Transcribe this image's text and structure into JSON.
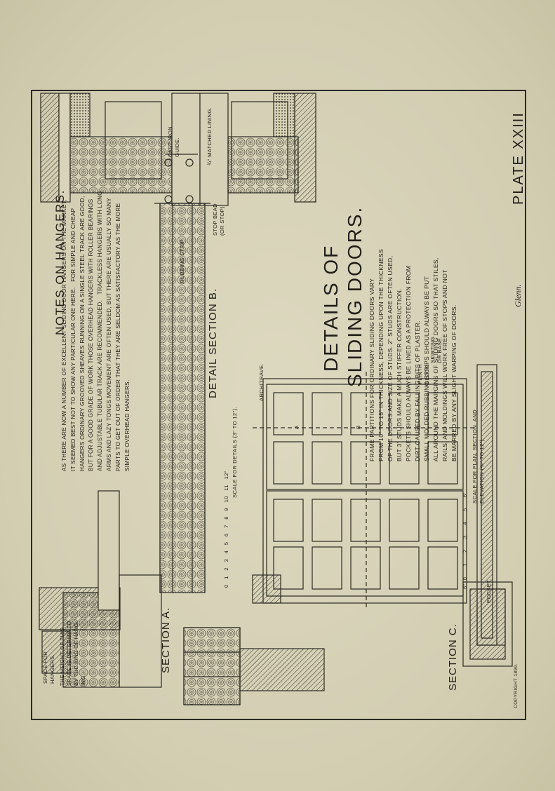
{
  "plate": {
    "label": "PLATE XXIII",
    "copyright": "COPYRIGHT 1899.",
    "signature": "Glenn."
  },
  "notes": {
    "heading": "NOTES ON HANGERS.",
    "body": "AS THERE ARE NOW A NUMBER OF EXCELLENT SLIDING DOOR HANGERS ON THE MARKET,\nIT SEEMED BEST NOT TO SHOW ANY PARTICULAR ONE HERE.   FOR SIMPLE AND CHEAP\nHANGERS ORDINARY GROOVED SHEAVES RUNNING ON A SINGLE STEEL TRACK ARE GOOD,\nBUT FOR A GOOD GRADE OF WORK THOSE OVERHEAD HANGERS WITH ROLLER BEARINGS\nAND ADJUSTABLE TUBULAR TRACK ARE RECOMMENDED.   TRACKLESS HANGERS WITH LONG\nARMS AND LAZY TONGS MOVEMENT ARE OFTEN USED, BUT THERE ARE USUALLY SO MANY\nPARTS TO GET OUT OF ORDER THAT THEY ARE SELDOM AS SATISFACTORY AS THE MORE\nSIMPLE OVERHEAD HANGERS."
  },
  "details": {
    "title_line1": "DETAILS OF",
    "title_line2": "SLIDING DOORS.",
    "body": "FRAME PARTITIONS FOR ORDINARY SLIDING DOORS VARY\nFROM 10\" TO 15\" IN THICKNESS, DEPENDING UPON THE THICKNESS\nOF THE DOORS AND SIZE OF STUDS. 2\" STUDS ARE OFTEN USED,\nBUT 3\" STUDS MAKE A MUCH STIFFER CONSTRUCTION.\nPOCKETS SHOULD ALWAYS BE LINED AS A PROTECTION FROM\nDIRT CAUSED BY FALLING BITS OF PLASTER.\nSMALL MOLDED RUBBING STRIPS SHOULD ALWAYS BE PUT\nALL AROUND THE MARGINS OF SLIDING DOORS SO THAT STILES,\nRAILS, AND MOLDINGS WILL WORK FREE OF STOPS AND NOT\nBE MARRED BY ANY SLIGHT WARPING OF DOORS."
  },
  "sections": {
    "a": "SECTION A.",
    "b": "DETAIL SECTION B.",
    "c": "SECTION C."
  },
  "labels": {
    "space_for_hangers": "SPACE FOR\nHANGERS.",
    "space_note": "THE HEIGHT OF THIS\nSPACE IS DETERMINED\nBY THE KIND OF HANG-\nING.",
    "cast_iron_guide": "CAST IRON\nGUIDE.",
    "matched_lining": "¾\" MATCHED LINING.",
    "rubbing_strip": "RUBBING STRIP",
    "stop_bead": "STOP BEAD\n(OR STOP)",
    "scale_details": "SCALE FOR DETAILS (3\" TO 12\").",
    "scale_plan": "SCALE FOR PLAN, SECTION, AND\nELEVATION (⅜\" TO 12\").",
    "pocket": "POCKET.",
    "arch_trim": "ARCHITRAVE.",
    "plinth_block": "PLINTH\nBLOCK",
    "skirting": "SKIRTING\nOR BASE.",
    "marker_a": "A",
    "marker_b": "B",
    "marker_c": "C",
    "scale_details_ticks": "0   1   2   3   4   5   6   7   8   9   10   11   12\"",
    "scale_plan_ticks": "6\"  0      1      2      3      4      5      6'"
  },
  "colors": {
    "paper": "#d6d2b8",
    "ink": "#1f1e1a"
  }
}
